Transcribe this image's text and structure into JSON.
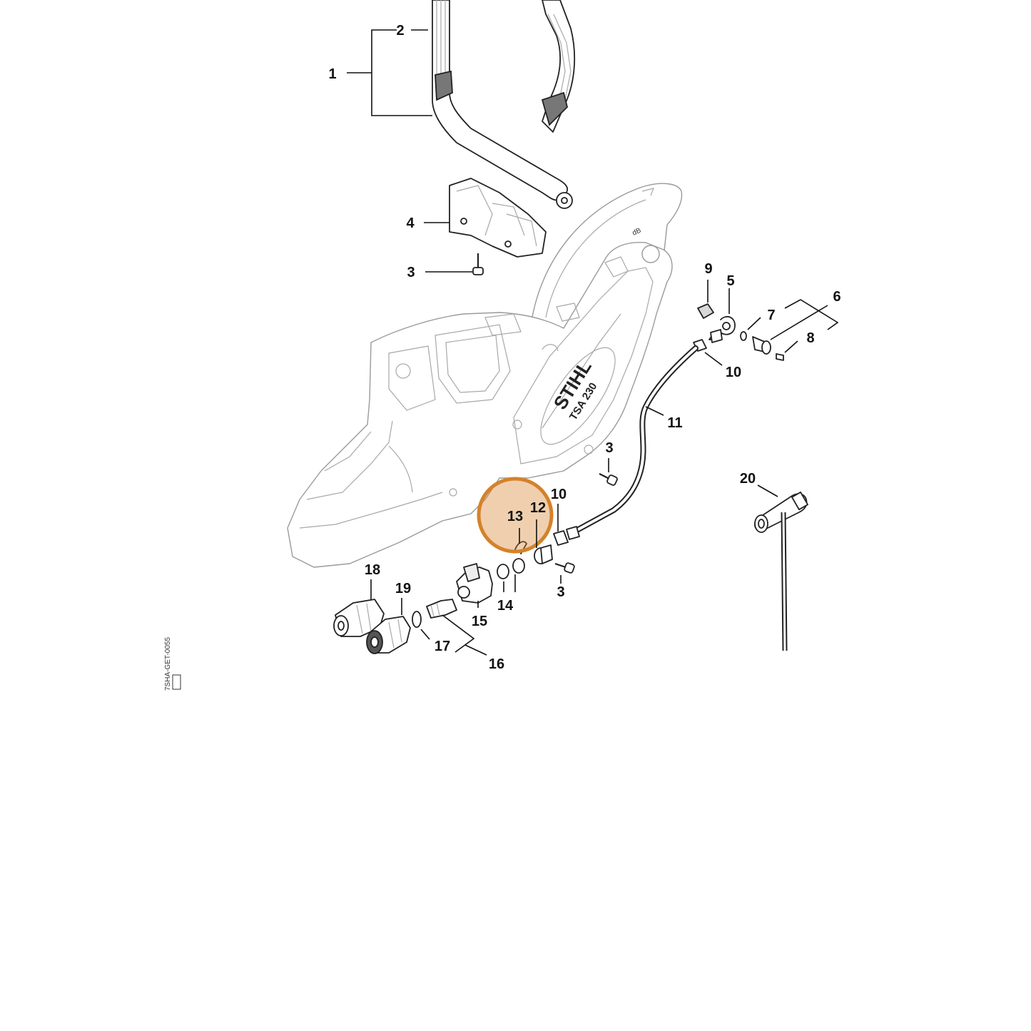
{
  "diagram": {
    "brand_text": "STIHL",
    "model_text": "TSA 230",
    "side_code": "7SHA-GET-0055",
    "highlight_color": "#d4822a",
    "labels": {
      "p1": "1",
      "p2": "2",
      "p3a": "3",
      "p3b": "3",
      "p3c": "3",
      "p4": "4",
      "p5": "5",
      "p6": "6",
      "p7": "7",
      "p8": "8",
      "p9": "9",
      "p10a": "10",
      "p10b": "10",
      "p11": "11",
      "p12": "12",
      "p13": "13",
      "p14": "14",
      "p15": "15",
      "p16": "16",
      "p17": "17",
      "p18": "18",
      "p19": "19",
      "p20": "20"
    }
  }
}
